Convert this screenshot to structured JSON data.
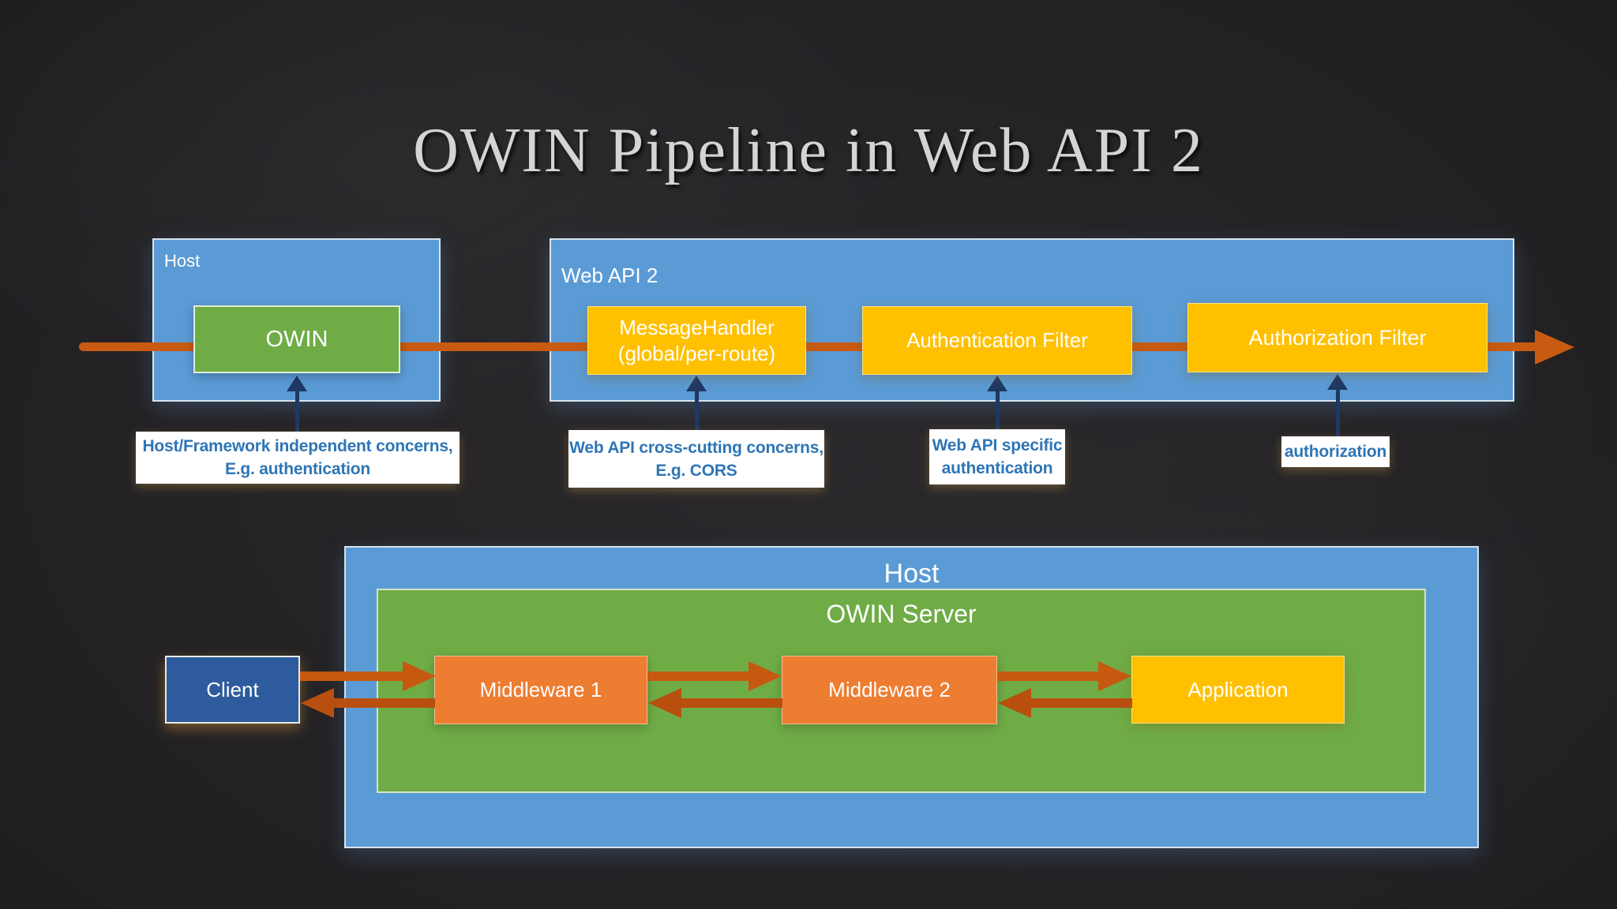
{
  "title": "OWIN Pipeline in Web API 2",
  "top": {
    "host_label": "Host",
    "owin_label": "OWIN",
    "webapi_label": "Web API 2",
    "message_handler": {
      "line1": "MessageHandler",
      "line2": "(global/per-route)"
    },
    "authentication_filter": "Authentication Filter",
    "authorization_filter": "Authorization Filter",
    "callouts": {
      "owin": {
        "line1": "Host/Framework independent concerns,",
        "line2": "E.g. authentication"
      },
      "cors": {
        "line1": "Web API cross-cutting concerns,",
        "line2": "E.g. CORS"
      },
      "authn": {
        "line1": "Web API specific",
        "line2": "authentication"
      },
      "authz": {
        "line1": "authorization"
      }
    }
  },
  "bottom": {
    "host_label": "Host",
    "server_label": "OWIN Server",
    "client_label": "Client",
    "middleware1_label": "Middleware 1",
    "middleware2_label": "Middleware 2",
    "application_label": "Application"
  },
  "colors": {
    "background": "#2A282B",
    "container_blue": "#5B9BD5",
    "green": "#6FAC46",
    "yellow": "#FFC000",
    "middleware_orange": "#ED7D31",
    "client_blue": "#2D5B9D",
    "pipeline_orange": "#C85A12",
    "return_arrow_orange": "#B94F0E",
    "callout_arrow_navy": "#1F3864",
    "callout_text_blue": "#2E75B6",
    "title_gray": "#D5D3D4"
  }
}
